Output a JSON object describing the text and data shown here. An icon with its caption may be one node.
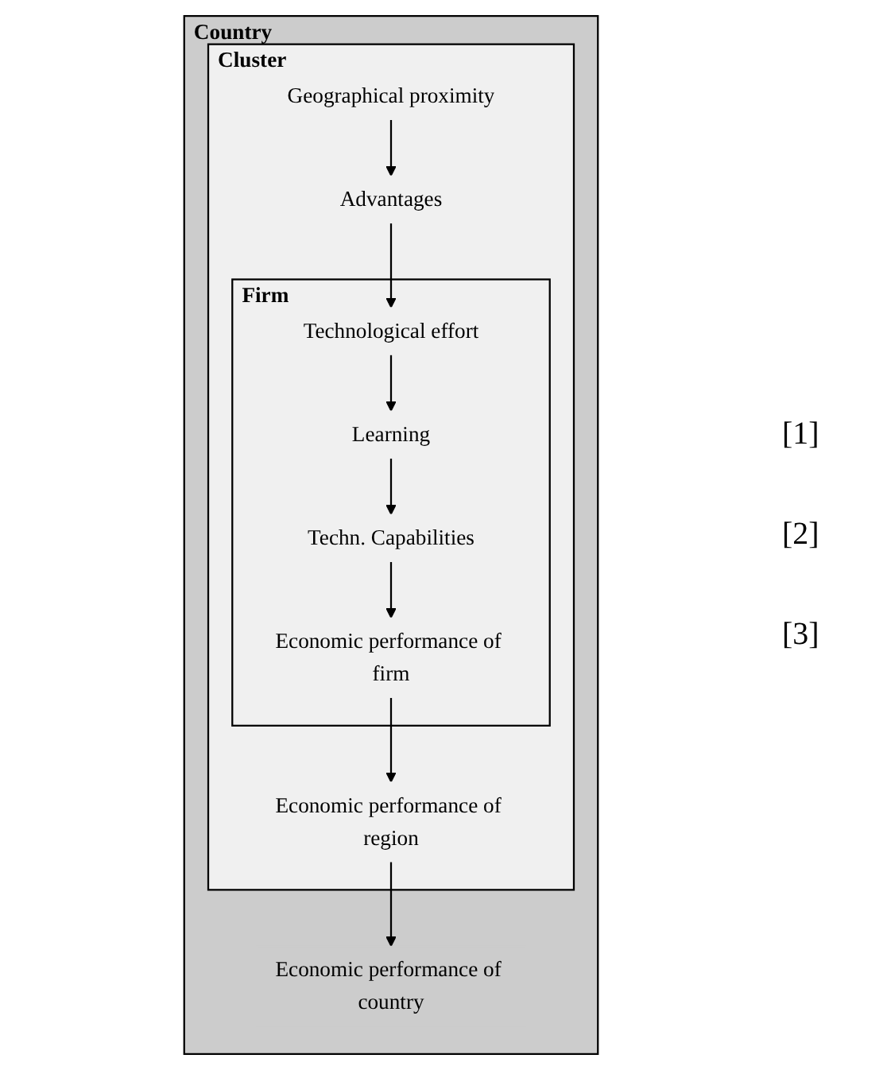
{
  "diagram": {
    "nodes": [
      {
        "text": [
          "Country"
        ]
      },
      {
        "text": [
          "Cluster"
        ],
        "in": 0
      },
      {
        "text": [
          "Geographical proximity"
        ],
        "in": 1
      },
      {
        "text": [
          "Advantages"
        ],
        "in": 1
      },
      {
        "text": [
          "Firm"
        ],
        "in": 1
      },
      {
        "text": [
          "Technological effort"
        ],
        "in": 4
      },
      {
        "text": [
          "Learning"
        ],
        "in": 4
      },
      {
        "text": [
          "Techn. Capabilities"
        ],
        "in": 4
      },
      {
        "text": [
          "Economic performance of firm"
        ],
        "in": 4
      },
      {
        "text": [
          "Economic performance of region"
        ],
        "in": 1
      },
      {
        "text": [
          "Economic performance of country"
        ],
        "in": 0
      }
    ],
    "edges": [
      {
        "from": 2,
        "to": 3,
        "arrow": "to"
      },
      {
        "from": 3,
        "to": 5,
        "arrow": "to"
      },
      {
        "from": 5,
        "to": 6,
        "arrow": "to"
      },
      {
        "from": 6,
        "to": 7,
        "arrow": "to"
      },
      {
        "from": 7,
        "to": 8,
        "arrow": "to"
      },
      {
        "from": 8,
        "to": 9,
        "arrow": "to"
      },
      {
        "from": 9,
        "to": 10,
        "arrow": "to"
      }
    ],
    "labels": [
      "[1]",
      "[2]",
      "[3]"
    ]
  }
}
